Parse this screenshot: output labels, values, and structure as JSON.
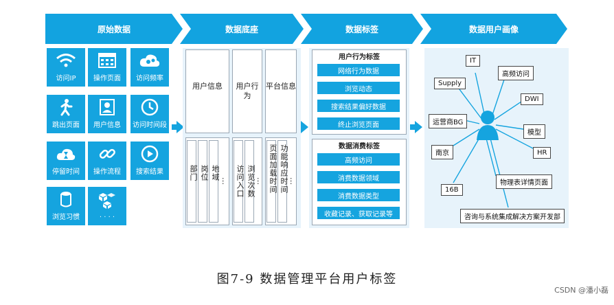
{
  "stages": [
    "原始数据",
    "数据底座",
    "数据标签",
    "数据用户画像"
  ],
  "raw_tiles": [
    {
      "label": "访问IP",
      "icon": "wifi-icon"
    },
    {
      "label": "操作页面",
      "icon": "calendar-grid-icon"
    },
    {
      "label": "访问频率",
      "icon": "cloud-gear-icon"
    },
    {
      "label": "跳出页面",
      "icon": "walker-icon"
    },
    {
      "label": "用户信息",
      "icon": "user-card-icon"
    },
    {
      "label": "访问时间段",
      "icon": "clock-icon"
    },
    {
      "label": "停留时间",
      "icon": "hourglass-cloud-icon"
    },
    {
      "label": "操作流程",
      "icon": "link-icon"
    },
    {
      "label": "搜索结果",
      "icon": "play-icon"
    },
    {
      "label": "浏览习惯",
      "icon": "cylinder-icon"
    },
    {
      "label": "· · · ·",
      "icon": "cubes-icon"
    }
  ],
  "base": {
    "columns": [
      "用户信息",
      "用户行为",
      "平台信息"
    ],
    "col1_items": [
      "部门",
      "岗位",
      "地域",
      "…"
    ],
    "col2_items": [
      "访问入口",
      "浏览次数",
      "…"
    ],
    "col3_items": [
      "页面加载时间",
      "功能响应时间",
      "…"
    ]
  },
  "tags": {
    "behavior_title": "用户行为标签",
    "behavior_items": [
      "网络行为数据",
      "浏览动态",
      "搜索结果偏好数据",
      "终止浏览页面"
    ],
    "consume_title": "数据消费标签",
    "consume_items": [
      "高频访问",
      "消费数据领域",
      "消费数据类型",
      "收藏记录、获取记录等"
    ]
  },
  "portrait": {
    "center_icon": "person-icon",
    "labels": [
      "IT",
      "高频访问",
      "Supply",
      "DWI",
      "运营商BG",
      "模型",
      "南京",
      "HR",
      "物理表详情页面",
      "16B",
      "咨询与系统集成解决方案开发部"
    ]
  },
  "caption": "图7-9   数据管理平台用户标签",
  "watermark": "CSDN @潘小磊",
  "colors": {
    "accent": "#12a3e0",
    "panel": "#e7f3fb"
  }
}
